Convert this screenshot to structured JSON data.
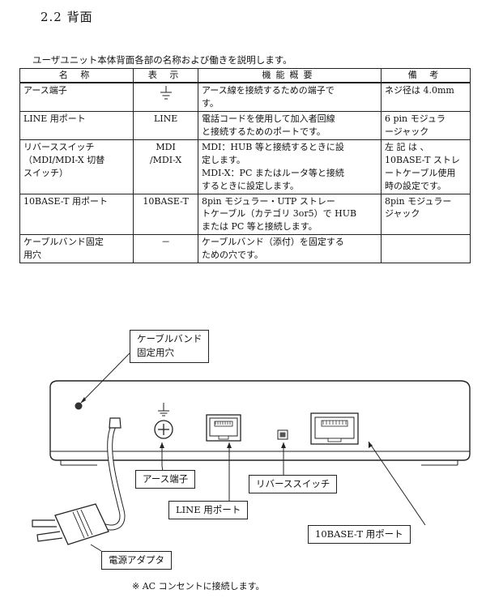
{
  "section_title": "2.2 背面",
  "intro": "ユーザユニット本体背面各部の名称および働きを説明します。",
  "table": {
    "headers": [
      "名 称",
      "表 示",
      "機能概要",
      "備 考"
    ],
    "rows": [
      {
        "name": [
          "アース端子"
        ],
        "display": [
          ""
        ],
        "display_icon": "ground-symbol-icon",
        "function": [
          "アース線を接続するための端子で",
          "す。"
        ],
        "remarks": [
          "ネジ径は 4.0mm"
        ]
      },
      {
        "name": [
          "LINE 用ポート"
        ],
        "display": [
          "LINE"
        ],
        "function": [
          "電話コードを使用して加入者回線",
          "と接続するためのポートです。"
        ],
        "remarks": [
          "6 pin モジュラ",
          "ージャック"
        ]
      },
      {
        "name": [
          "リバーススイッチ",
          "（MDI/MDI-X 切替",
          "スイッチ）"
        ],
        "display": [
          "MDI",
          "/MDI-X"
        ],
        "function": [
          "MDI：HUB 等と接続するときに設",
          "定します。",
          "MDI-X：PC またはルータ等と接続",
          "するときに設定します。"
        ],
        "remarks": [
          "左 記 は 、",
          "10BASE-T ストレ",
          "ートケーブル使用",
          "時の設定です。"
        ]
      },
      {
        "name": [
          "10BASE-T 用ポート"
        ],
        "display": [
          "10BASE-T"
        ],
        "function": [
          "8pin モジュラー・UTP ストレー",
          "トケーブル（カテゴリ 3or5）で HUB",
          "または PC 等と接続します。"
        ],
        "remarks": [
          "8pin モジュラー",
          "ジャック"
        ]
      },
      {
        "name": [
          "ケーブルバンド固定",
          "用穴"
        ],
        "display": [
          "－"
        ],
        "function": [
          "ケーブルバンド（添付）を固定する",
          "ための穴です。"
        ],
        "remarks": [
          ""
        ]
      }
    ]
  },
  "callouts": {
    "cable_band": [
      "ケーブルバンド",
      "固定用穴"
    ],
    "earth": "アース端子",
    "reverse_switch": "リバーススイッチ",
    "line_port": "LINE 用ポート",
    "tenbase_port": "10BASE-T 用ポート",
    "power_adapter": "電源アダプタ"
  },
  "note": "※ AC コンセントに接続します。"
}
